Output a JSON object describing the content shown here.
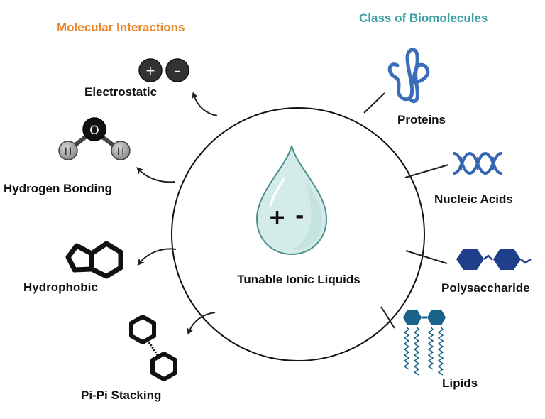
{
  "headings": {
    "interactions": "Molecular Interactions",
    "biomolecules": "Class of Biomolecules"
  },
  "colors": {
    "interactions_heading": "#E8872C",
    "biomolecules_heading": "#3E9EA6",
    "protein": "#3B6DB8",
    "nucleic_acid": "#3566B0",
    "polysaccharide": "#1F3F8A",
    "lipid": "#19628A",
    "droplet_fill": "#D4ECE9",
    "droplet_stroke": "#4E8F88"
  },
  "center": {
    "label": "Tunable Ionic Liquids",
    "plus": "+",
    "minus": "-"
  },
  "interactions": [
    {
      "label": "Electrostatic",
      "icon": "charge-pair-icon",
      "plus": "+",
      "minus": "–"
    },
    {
      "label": "Hydrogen Bonding",
      "icon": "water-molecule-icon",
      "atom_o": "O",
      "atom_h1": "H",
      "atom_h2": "H"
    },
    {
      "label": "Hydrophobic",
      "icon": "fused-ring-icon"
    },
    {
      "label": "Pi-Pi Stacking",
      "icon": "stacked-rings-icon"
    }
  ],
  "biomolecules": [
    {
      "label": "Proteins",
      "icon": "protein-coil-icon"
    },
    {
      "label": "Nucleic Acids",
      "icon": "dna-helix-icon"
    },
    {
      "label": "Polysaccharide",
      "icon": "polysaccharide-chain-icon"
    },
    {
      "label": "Lipids",
      "icon": "lipid-bilayer-icon"
    }
  ]
}
